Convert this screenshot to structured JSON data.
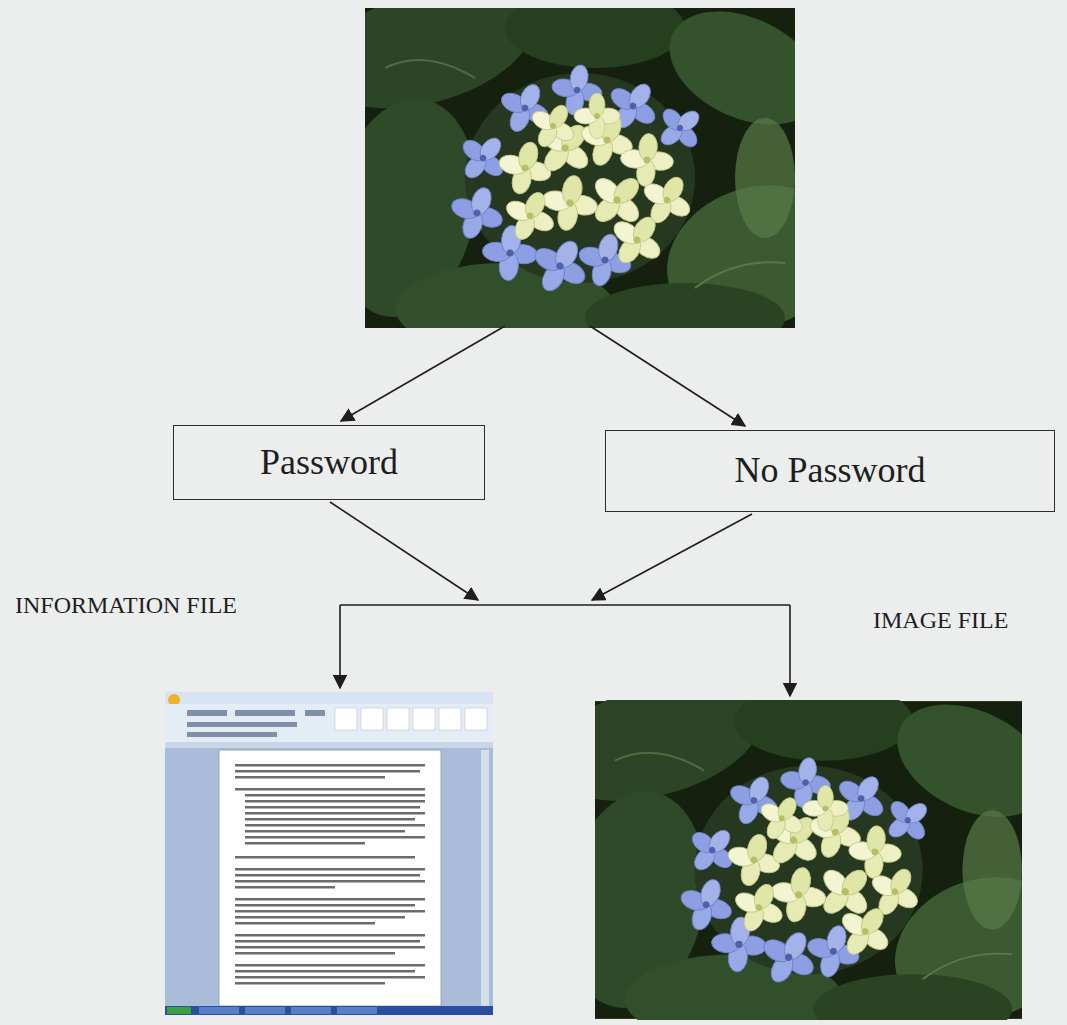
{
  "diagram": {
    "nodes": [
      {
        "text": [
          "Password"
        ]
      },
      {
        "text": [
          "No Password"
        ]
      }
    ],
    "labels": [
      "INFORMATION FILE",
      "IMAGE FILE"
    ]
  }
}
